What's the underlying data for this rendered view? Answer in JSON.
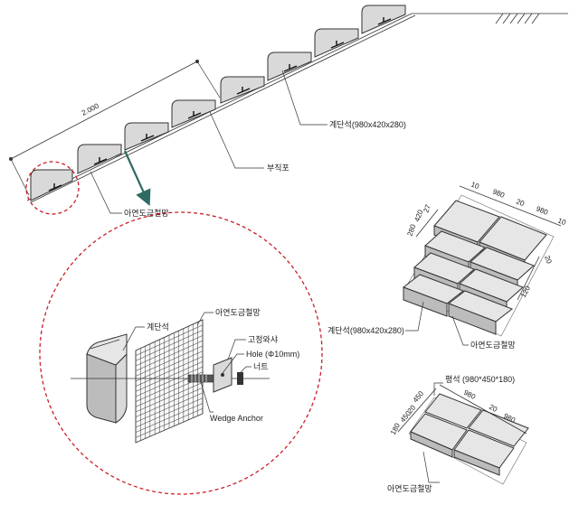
{
  "colors": {
    "highlight_circle": "#c8202a",
    "arrow": "#2e6b62",
    "block_fill": "#d9d9d9",
    "outline": "#333333"
  },
  "section": {
    "length_dim": "2.000",
    "labels": {
      "block": "계단석(980x420x280)",
      "geotextile": "부직포",
      "mesh": "아연도금철망"
    }
  },
  "detail": {
    "labels": {
      "block": "계단석",
      "mesh": "아연도금철망",
      "washer": "고정와샤",
      "hole": "Hole (Φ10mm)",
      "nut": "너트",
      "anchor": "Wedge Anchor"
    }
  },
  "stair_iso": {
    "dims_top": [
      "10",
      "980",
      "20",
      "980",
      "10"
    ],
    "dims_left": [
      "280",
      "420",
      "27"
    ],
    "dims_right": [
      "20",
      "120"
    ],
    "label_block": "계단석(980x420x280)",
    "label_mesh": "아연도금철망"
  },
  "flat_iso": {
    "label_block": "평석 (980*450*180)",
    "dims_top": [
      "980",
      "20",
      "980"
    ],
    "dims_left": [
      "180",
      "450",
      "20",
      "450"
    ],
    "label_mesh": "아연도금철망"
  }
}
